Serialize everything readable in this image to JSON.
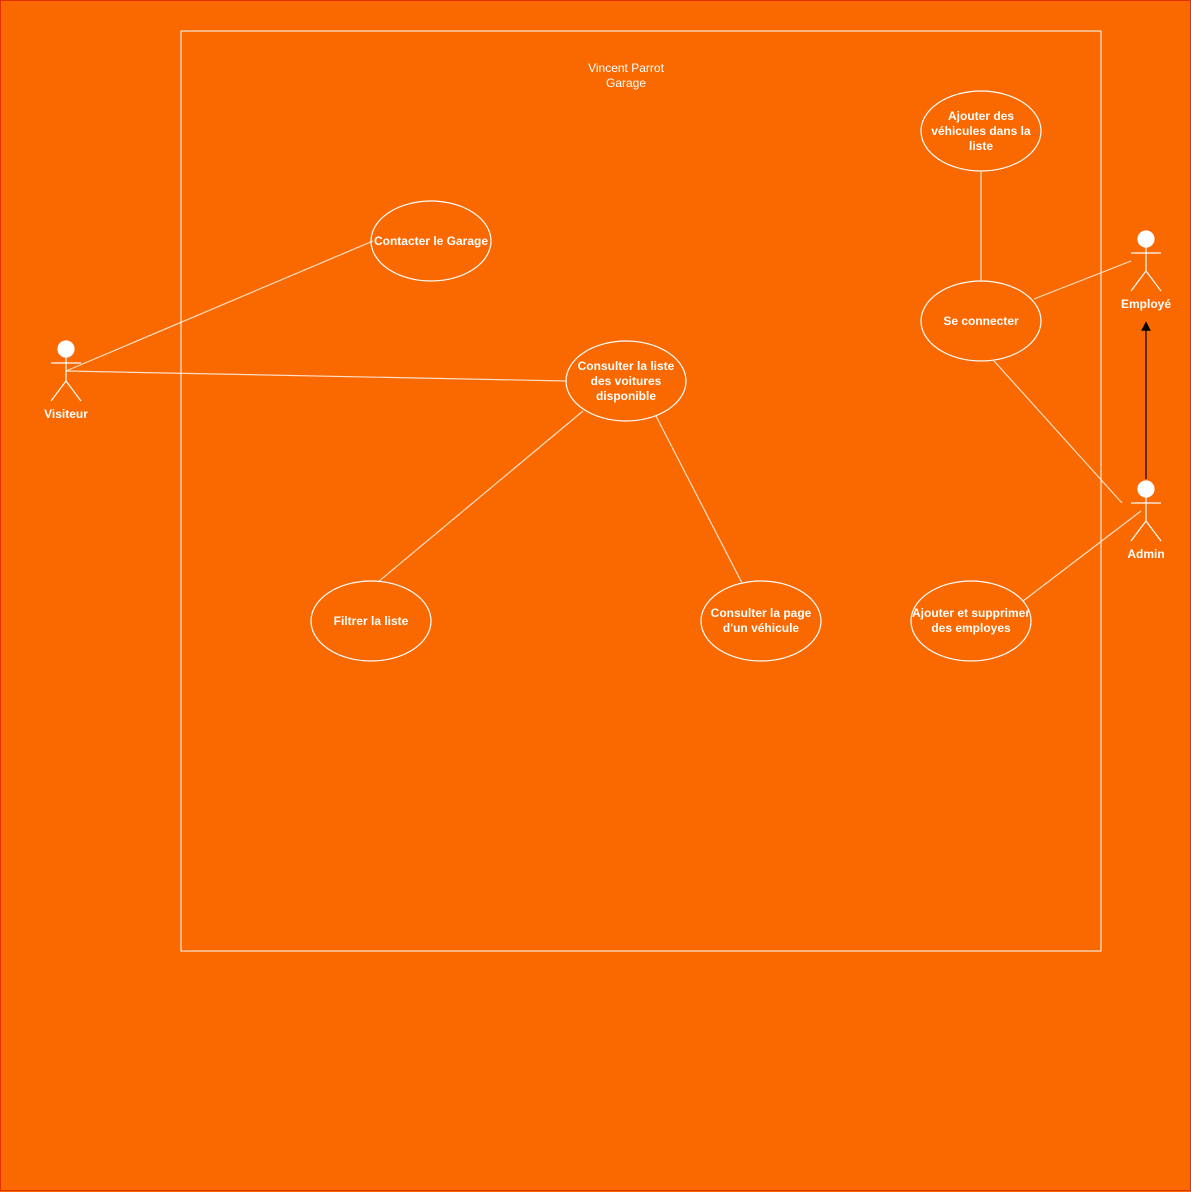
{
  "diagram": {
    "system_title": "Vincent Parrot\nGarage",
    "actors": {
      "visiteur": "Visiteur",
      "employe": "Employé",
      "admin": "Admin"
    },
    "use_cases": {
      "contacter": "Contacter le Garage",
      "consulter_liste": "Consulter la liste des voitures disponible",
      "filtrer": "Filtrer la liste",
      "consulter_page": "Consulter la page d'un véhicule",
      "ajouter_vehicules": "Ajouter des véhicules dans la liste",
      "se_connecter": "Se connecter",
      "ajouter_employes": "Ajouter et supprimer des employes"
    },
    "colors": {
      "background": "#fa6800",
      "stroke": "#ffffff",
      "arrow": "#000000"
    }
  }
}
